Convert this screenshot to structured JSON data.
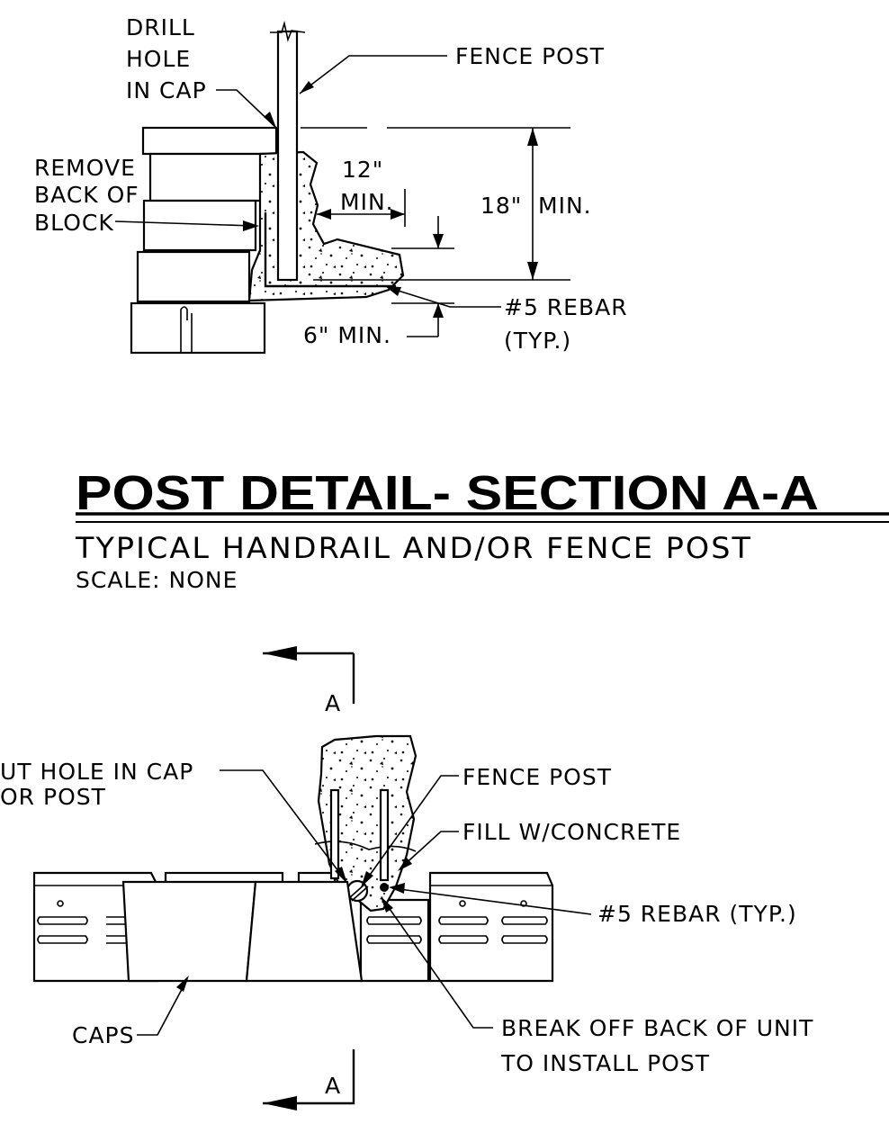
{
  "section_drawing": {
    "labels": {
      "drill_hole_line1": "DRILL",
      "drill_hole_line2": "HOLE",
      "drill_hole_line3": "IN CAP",
      "fence_post": "FENCE POST",
      "remove_back_line1": "REMOVE",
      "remove_back_line2": "BACK OF",
      "remove_back_line3": "BLOCK",
      "dim_12_line1": "12\"",
      "dim_12_line2": "MIN.",
      "dim_18_value": "18\"",
      "dim_18_min": "MIN.",
      "rebar_line1": "#5 REBAR",
      "rebar_line2": "(TYP.)",
      "dim_6": "6\" MIN."
    }
  },
  "title": {
    "main": "POST DETAIL- SECTION A-A",
    "subtitle": "TYPICAL HANDRAIL AND/OR FENCE POST",
    "scale": "SCALE: NONE"
  },
  "plan_drawing": {
    "labels": {
      "section_marker_top": "A",
      "section_marker_bottom": "A",
      "cut_hole_line1": "UT HOLE IN CAP",
      "cut_hole_line2": "OR POST",
      "fence_post": "FENCE POST",
      "fill_concrete": "FILL W/CONCRETE",
      "rebar": "#5 REBAR (TYP.)",
      "caps": "CAPS",
      "break_off_line1": "BREAK OFF BACK OF UNIT",
      "break_off_line2": "TO INSTALL POST"
    }
  }
}
